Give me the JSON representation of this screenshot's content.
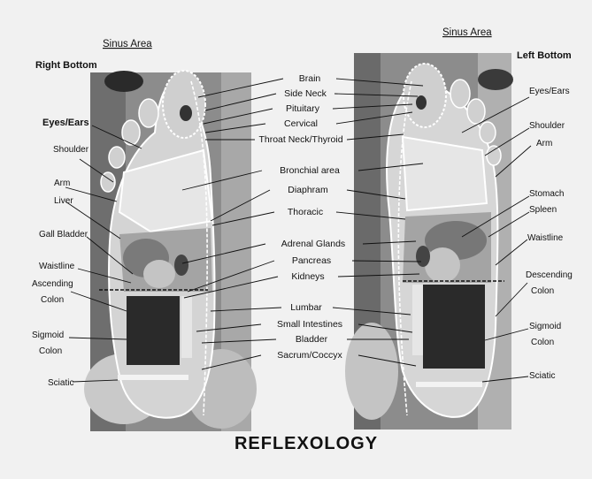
{
  "title": "REFLEXOLOGY",
  "left_foot": {
    "sinus": "Sinus Area",
    "side_label": "Right Bottom",
    "labels": {
      "eyes_ears": "Eyes/Ears",
      "shoulder": "Shoulder",
      "arm": "Arm",
      "liver": "Liver",
      "gall_bladder": "Gall Bladder",
      "waistline": "Waistline",
      "ascending_colon_1": "Ascending",
      "ascending_colon_2": "Colon",
      "sigmoid_colon_1": "Sigmoid",
      "sigmoid_colon_2": "Colon",
      "sciatic": "Sciatic"
    }
  },
  "right_foot": {
    "sinus": "Sinus Area",
    "side_label": "Left Bottom",
    "labels": {
      "eyes_ears": "Eyes/Ears",
      "shoulder": "Shoulder",
      "arm": "Arm",
      "stomach": "Stomach",
      "spleen": "Spleen",
      "waistline": "Waistline",
      "descending_colon_1": "Descending",
      "descending_colon_2": "Colon",
      "sigmoid_colon_1": "Sigmoid",
      "sigmoid_colon_2": "Colon",
      "sciatic": "Sciatic"
    }
  },
  "center_labels": {
    "brain": "Brain",
    "side_neck": "Side Neck",
    "pituitary": "Pituitary",
    "cervical": "Cervical",
    "throat": "Throat Neck/Thyroid",
    "bronchial": "Bronchial area",
    "diaphram": "Diaphram",
    "thoracic": "Thoracic",
    "adrenal": "Adrenal Glands",
    "pancreas": "Pancreas",
    "kidneys": "Kidneys",
    "lumbar": "Lumbar",
    "small_intestines": "Small Intestines",
    "bladder": "Bladder",
    "sacrum": "Sacrum/Coccyx"
  }
}
